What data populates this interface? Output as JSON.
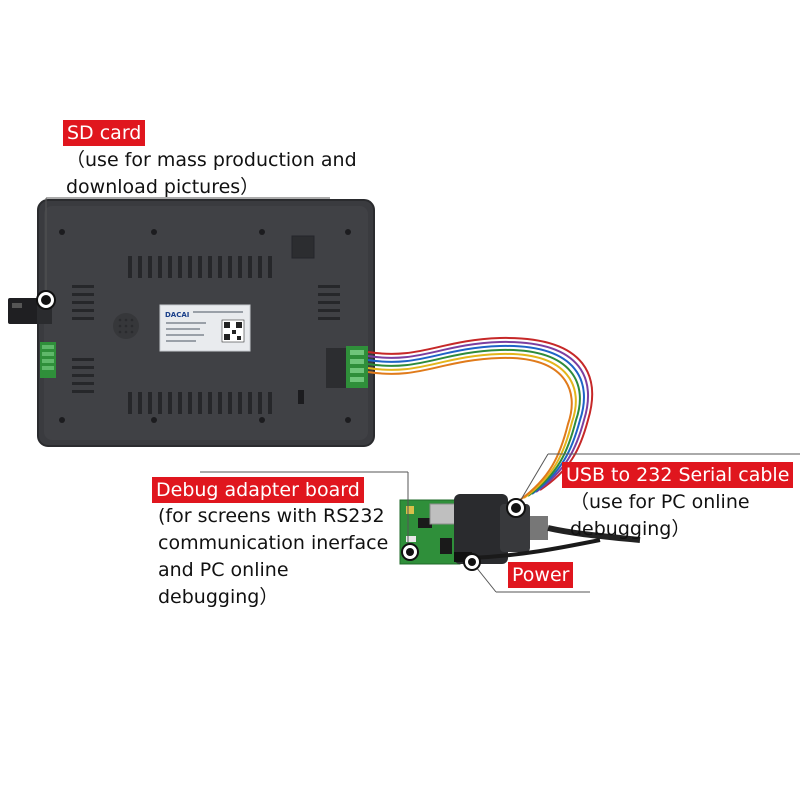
{
  "callouts": {
    "sd_card": {
      "label": "SD card",
      "desc_lines": [
        "（use for mass production and",
        "download pictures）"
      ]
    },
    "debug_adapter": {
      "label": "Debug adapter board",
      "desc_lines": [
        "(for screens with RS232",
        "communication inerface",
        "and PC online",
        "debugging）"
      ]
    },
    "usb_serial": {
      "label": "USB to 232 Serial cable",
      "desc_lines": [
        "（use for PC online",
        "debugging）"
      ]
    },
    "power": {
      "label": "Power"
    }
  },
  "device": {
    "brand_logo": "DACAI"
  },
  "colors": {
    "label_bg": "#e0161e",
    "label_text": "#ffffff",
    "device_body": "#3a3b3f",
    "pcb_green": "#2f8f3a"
  }
}
